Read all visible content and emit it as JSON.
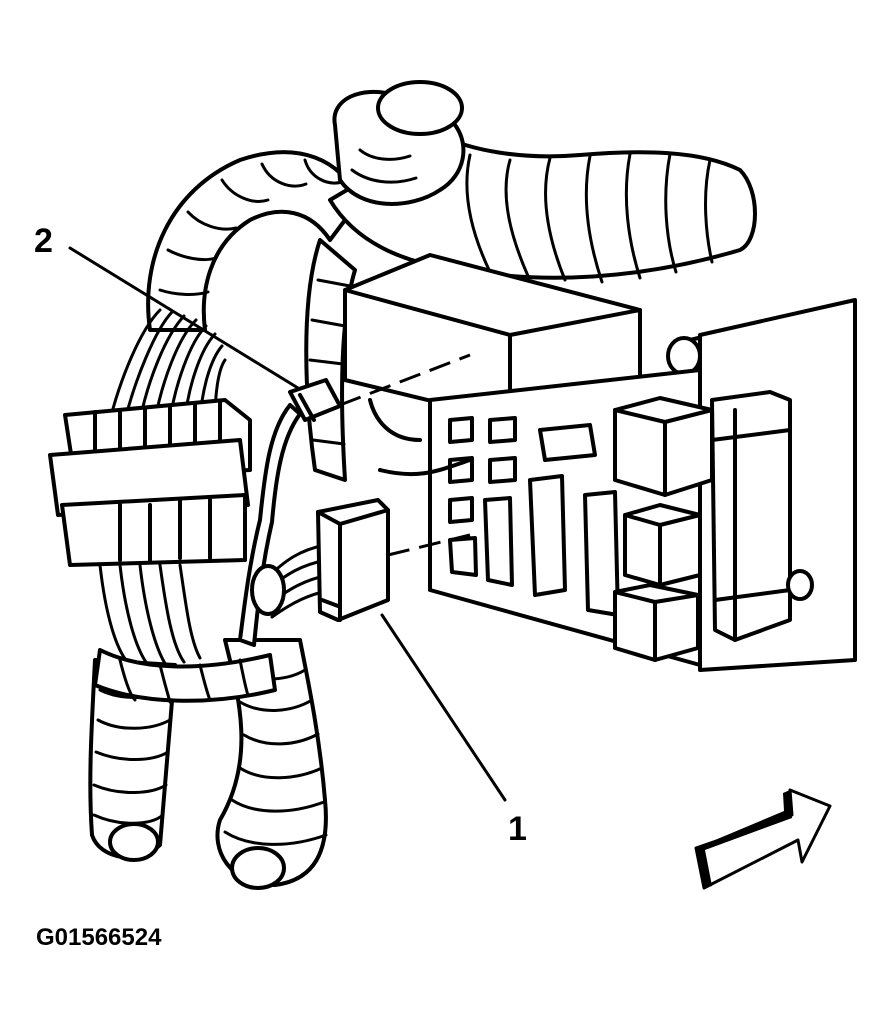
{
  "diagram": {
    "callouts": [
      {
        "id": "1",
        "label": "1"
      },
      {
        "id": "2",
        "label": "2"
      }
    ],
    "figure_id": "G01566524",
    "orientation_arrow": "front-arrow-icon"
  }
}
